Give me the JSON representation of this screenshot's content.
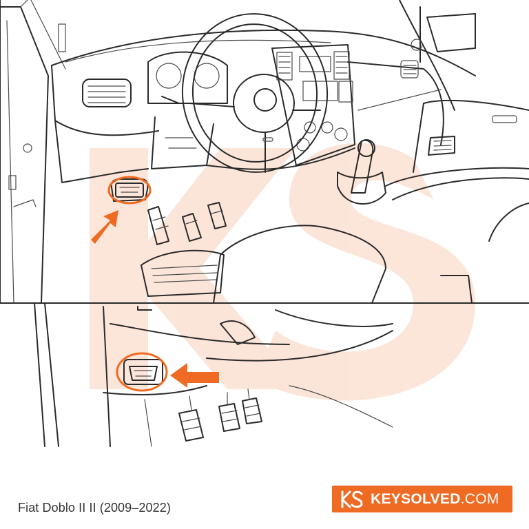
{
  "caption": "Fiat Doblo II II (2009–2022)",
  "brand": {
    "name_bold": "KEYSOLVED",
    "name_suffix": ".COM",
    "logo_letters": "KS",
    "color": "#ef6a22"
  },
  "colors": {
    "accent": "#ef6a22",
    "line": "#2a2a2a",
    "watermark": "#f6cfb5"
  },
  "icons": {
    "arrow_upper": "arrow-icon",
    "arrow_lower": "arrow-icon",
    "port": "obd-port-icon"
  }
}
